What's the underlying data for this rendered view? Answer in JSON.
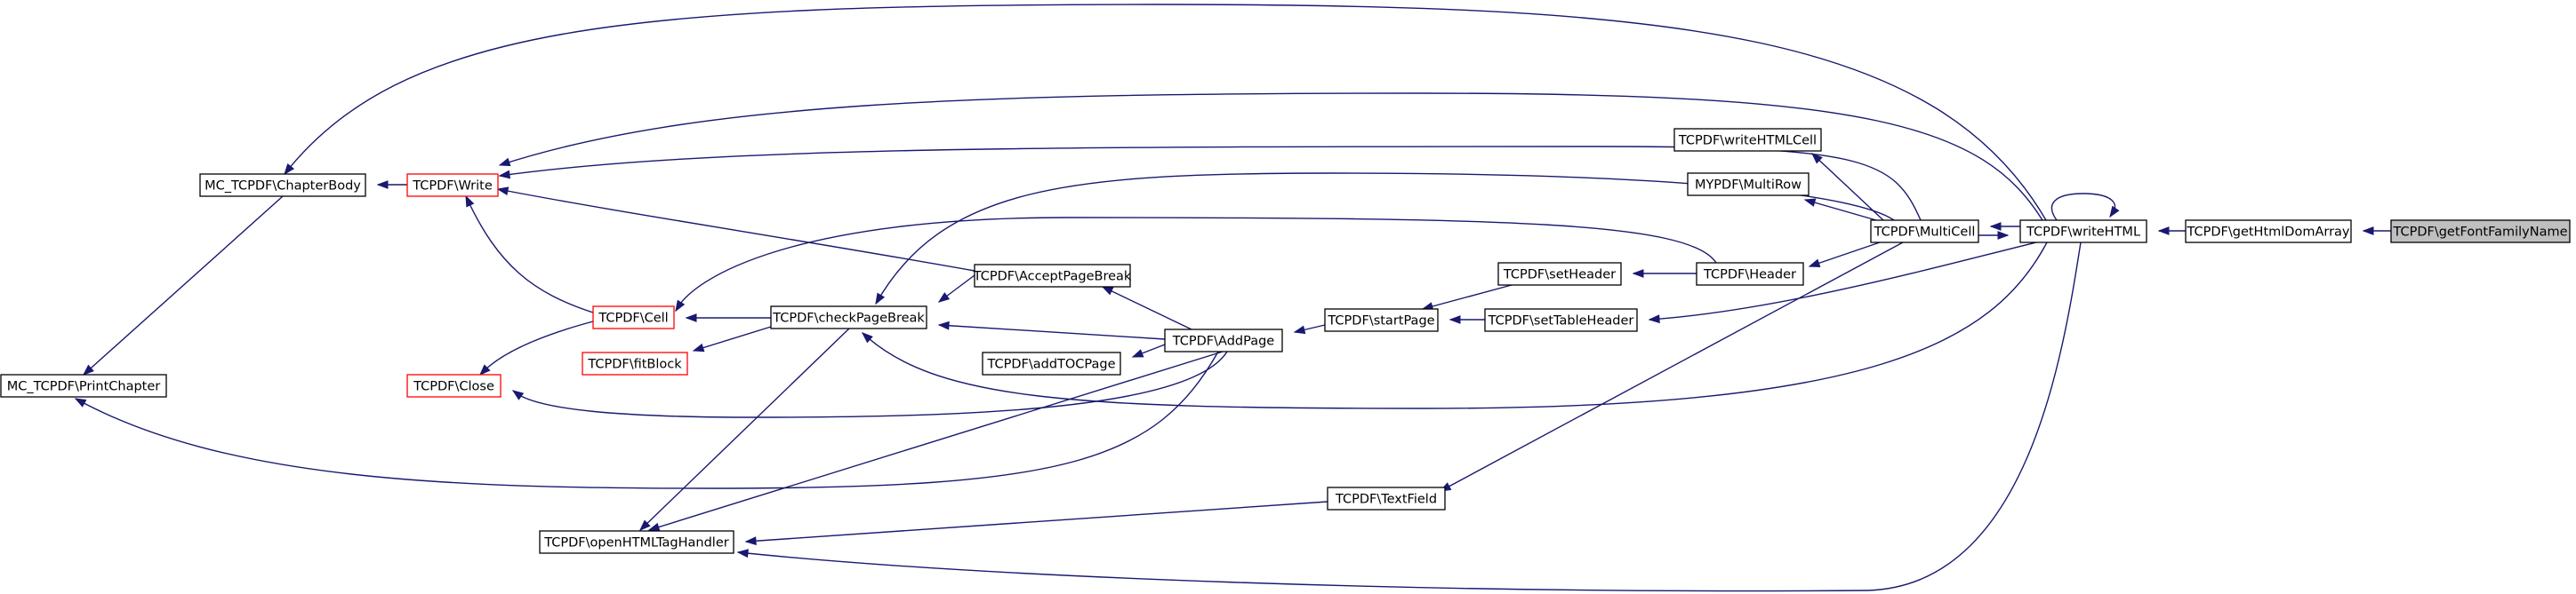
{
  "diagram": {
    "type": "call-graph",
    "nodes": [
      {
        "id": "getFontFamilyName",
        "label": "TCPDF\\getFontFamilyName",
        "style": "focus"
      },
      {
        "id": "getHtmlDomArray",
        "label": "TCPDF\\getHtmlDomArray",
        "style": "normal"
      },
      {
        "id": "writeHTML",
        "label": "TCPDF\\writeHTML",
        "style": "normal"
      },
      {
        "id": "MultiCell",
        "label": "TCPDF\\MultiCell",
        "style": "normal"
      },
      {
        "id": "writeHTMLCell",
        "label": "TCPDF\\writeHTMLCell",
        "style": "normal"
      },
      {
        "id": "MultiRow",
        "label": "MYPDF\\MultiRow",
        "style": "normal"
      },
      {
        "id": "Header",
        "label": "TCPDF\\Header",
        "style": "normal"
      },
      {
        "id": "setHeader",
        "label": "TCPDF\\setHeader",
        "style": "normal"
      },
      {
        "id": "setTableHeader",
        "label": "TCPDF\\setTableHeader",
        "style": "normal"
      },
      {
        "id": "startPage",
        "label": "TCPDF\\startPage",
        "style": "normal"
      },
      {
        "id": "AddPage",
        "label": "TCPDF\\AddPage",
        "style": "normal"
      },
      {
        "id": "AcceptPageBreak",
        "label": "TCPDF\\AcceptPageBreak",
        "style": "normal"
      },
      {
        "id": "addTOCPage",
        "label": "TCPDF\\addTOCPage",
        "style": "normal"
      },
      {
        "id": "checkPageBreak",
        "label": "TCPDF\\checkPageBreak",
        "style": "normal"
      },
      {
        "id": "Cell",
        "label": "TCPDF\\Cell",
        "style": "red"
      },
      {
        "id": "fitBlock",
        "label": "TCPDF\\fitBlock",
        "style": "red"
      },
      {
        "id": "Write",
        "label": "TCPDF\\Write",
        "style": "red"
      },
      {
        "id": "Close",
        "label": "TCPDF\\Close",
        "style": "red"
      },
      {
        "id": "ChapterBody",
        "label": "MC_TCPDF\\ChapterBody",
        "style": "normal"
      },
      {
        "id": "PrintChapter",
        "label": "MC_TCPDF\\PrintChapter",
        "style": "normal"
      },
      {
        "id": "TextField",
        "label": "TCPDF\\TextField",
        "style": "normal"
      },
      {
        "id": "openHTMLTagHandler",
        "label": "TCPDF\\openHTMLTagHandler",
        "style": "normal"
      }
    ],
    "edges": [
      {
        "from": "getFontFamilyName",
        "to": "getHtmlDomArray"
      },
      {
        "from": "getHtmlDomArray",
        "to": "writeHTML"
      },
      {
        "from": "writeHTML",
        "to": "writeHTML"
      },
      {
        "from": "writeHTML",
        "to": "MultiCell"
      },
      {
        "from": "MultiCell",
        "to": "writeHTML"
      },
      {
        "from": "writeHTML",
        "to": "ChapterBody"
      },
      {
        "from": "writeHTML",
        "to": "Write"
      },
      {
        "from": "writeHTML",
        "to": "setTableHeader"
      },
      {
        "from": "writeHTML",
        "to": "checkPageBreak"
      },
      {
        "from": "writeHTML",
        "to": "openHTMLTagHandler"
      },
      {
        "from": "MultiCell",
        "to": "writeHTMLCell"
      },
      {
        "from": "MultiCell",
        "to": "MultiRow"
      },
      {
        "from": "MultiCell",
        "to": "Header"
      },
      {
        "from": "MultiCell",
        "to": "Write"
      },
      {
        "from": "MultiCell",
        "to": "checkPageBreak"
      },
      {
        "from": "MultiCell",
        "to": "TextField"
      },
      {
        "from": "Header",
        "to": "setHeader"
      },
      {
        "from": "Header",
        "to": "Cell"
      },
      {
        "from": "setHeader",
        "to": "startPage"
      },
      {
        "from": "setTableHeader",
        "to": "startPage"
      },
      {
        "from": "startPage",
        "to": "AddPage"
      },
      {
        "from": "AddPage",
        "to": "AcceptPageBreak"
      },
      {
        "from": "AddPage",
        "to": "addTOCPage"
      },
      {
        "from": "AddPage",
        "to": "checkPageBreak"
      },
      {
        "from": "AddPage",
        "to": "Close"
      },
      {
        "from": "AddPage",
        "to": "PrintChapter"
      },
      {
        "from": "AddPage",
        "to": "openHTMLTagHandler"
      },
      {
        "from": "AcceptPageBreak",
        "to": "checkPageBreak"
      },
      {
        "from": "AcceptPageBreak",
        "to": "Write"
      },
      {
        "from": "checkPageBreak",
        "to": "Cell"
      },
      {
        "from": "checkPageBreak",
        "to": "fitBlock"
      },
      {
        "from": "checkPageBreak",
        "to": "openHTMLTagHandler"
      },
      {
        "from": "Cell",
        "to": "Write"
      },
      {
        "from": "Cell",
        "to": "Close"
      },
      {
        "from": "Write",
        "to": "ChapterBody"
      },
      {
        "from": "ChapterBody",
        "to": "PrintChapter"
      },
      {
        "from": "TextField",
        "to": "openHTMLTagHandler"
      }
    ]
  }
}
